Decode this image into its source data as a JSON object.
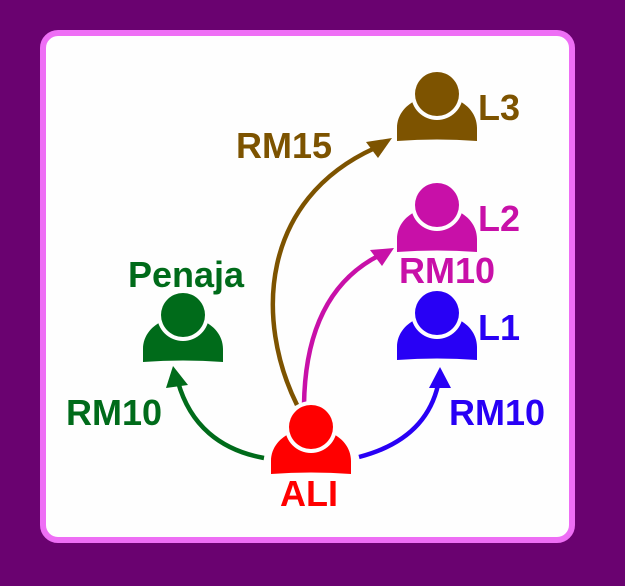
{
  "colors": {
    "background": "#6a0270",
    "card_border": "#ee6ef5",
    "card_fill": "#fefefe",
    "ali": "#ff0000",
    "penaja": "#006b1a",
    "l1": "#2800f5",
    "l2": "#c810a8",
    "l3": "#7d5300"
  },
  "nodes": {
    "ali": {
      "label": "ALI",
      "icon": "person-icon"
    },
    "penaja": {
      "label": "Penaja",
      "icon": "person-icon"
    },
    "l1": {
      "label": "L1",
      "icon": "person-icon"
    },
    "l2": {
      "label": "L2",
      "icon": "person-icon"
    },
    "l3": {
      "label": "L3",
      "icon": "person-icon"
    }
  },
  "edges": [
    {
      "from": "ALI",
      "to": "Penaja",
      "amount": "RM10"
    },
    {
      "from": "ALI",
      "to": "L1",
      "amount": "RM10"
    },
    {
      "from": "ALI",
      "to": "L2",
      "amount": "RM10"
    },
    {
      "from": "ALI",
      "to": "L3",
      "amount": "RM15"
    }
  ]
}
